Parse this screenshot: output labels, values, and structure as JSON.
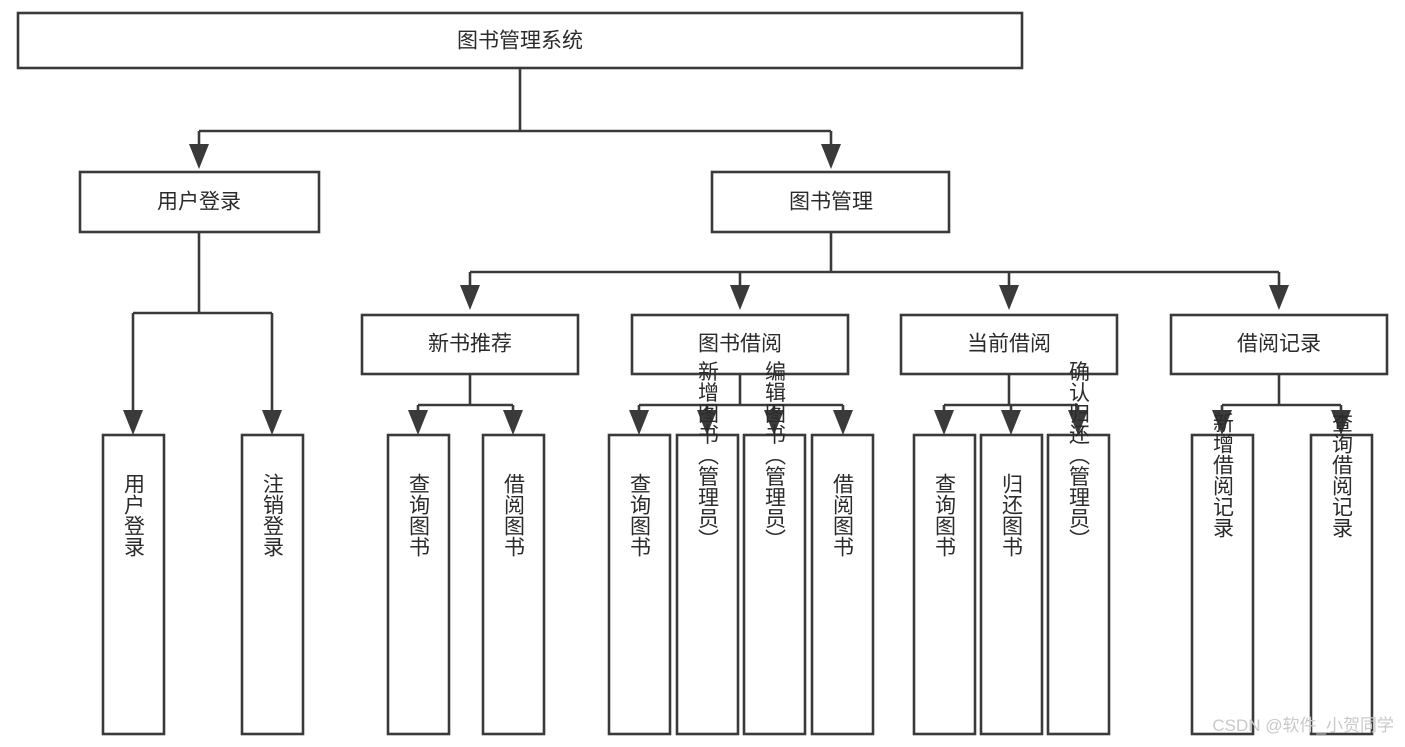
{
  "diagram": {
    "title": "图书管理系统",
    "type": "tree-hierarchy",
    "root": {
      "label": "图书管理系统"
    },
    "level2": [
      {
        "label": "用户登录"
      },
      {
        "label": "图书管理"
      }
    ],
    "level3": [
      {
        "label": "新书推荐"
      },
      {
        "label": "图书借阅"
      },
      {
        "label": "当前借阅"
      },
      {
        "label": "借阅记录"
      }
    ],
    "leaves": {
      "user_login": [
        {
          "label": "用户登录"
        },
        {
          "label": "注销登录"
        }
      ],
      "new_book_recommend": [
        {
          "label": "查询图书"
        },
        {
          "label": "借阅图书"
        }
      ],
      "book_borrow": [
        {
          "label": "查询图书"
        },
        {
          "label": "新增图书（管理员）"
        },
        {
          "label": "编辑图书（管理员）"
        },
        {
          "label": "借阅图书"
        }
      ],
      "current_borrow": [
        {
          "label": "查询图书"
        },
        {
          "label": "归还图书"
        },
        {
          "label": "确认归还（管理员）"
        }
      ],
      "borrow_record": [
        {
          "label": "新增借阅记录"
        },
        {
          "label": "查询借阅记录"
        }
      ]
    }
  },
  "watermark": {
    "text": "CSDN @软件_小贺同学"
  },
  "colors": {
    "stroke": "#3a3a3a",
    "fill": "#ffffff",
    "text": "#2b2b2b",
    "watermark": "#c9c9c9"
  }
}
